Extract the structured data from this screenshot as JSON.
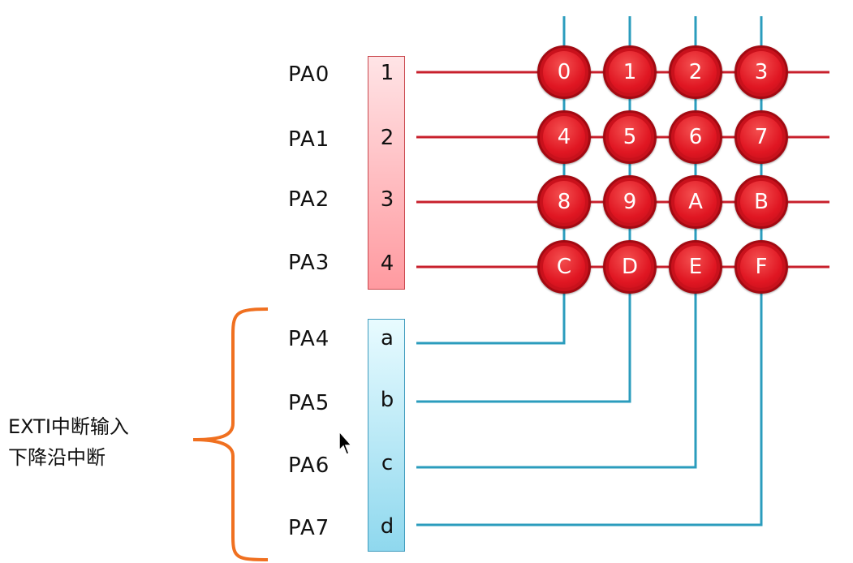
{
  "row_pins": [
    "PA0",
    "PA1",
    "PA2",
    "PA3"
  ],
  "col_pins": [
    "PA4",
    "PA5",
    "PA6",
    "PA7"
  ],
  "row_box_labels": [
    "1",
    "2",
    "3",
    "4"
  ],
  "col_box_labels": [
    "a",
    "b",
    "c",
    "d"
  ],
  "keys": [
    [
      "0",
      "1",
      "2",
      "3"
    ],
    [
      "4",
      "5",
      "6",
      "7"
    ],
    [
      "8",
      "9",
      "A",
      "B"
    ],
    [
      "C",
      "D",
      "E",
      "F"
    ]
  ],
  "annotation": {
    "line1": "EXTI中断输入",
    "line2": "下降沿中断"
  },
  "colors": {
    "row_wire": "#c8202c",
    "col_wire": "#2b9cbd",
    "brace": "#f07020",
    "key": "#e01622"
  }
}
